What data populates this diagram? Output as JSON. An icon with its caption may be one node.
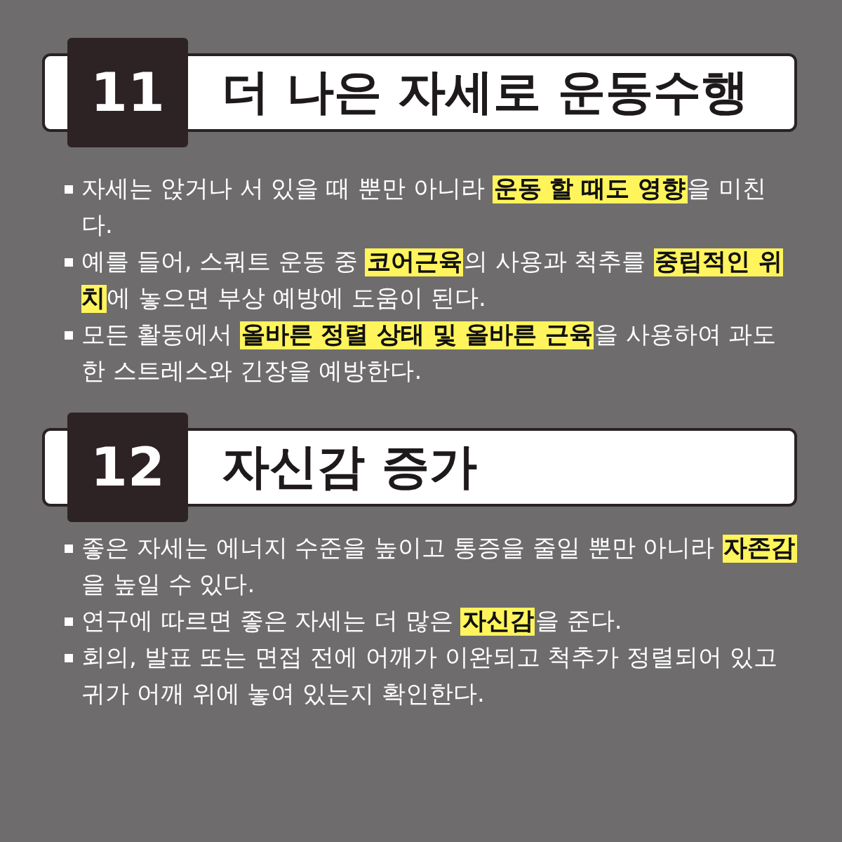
{
  "diagram": {
    "nodes": [
      {
        "text": [
          "11",
          "더 나은 자세로 운동수행"
        ]
      },
      {
        "text": [
          "12",
          "자신감 증가"
        ]
      }
    ],
    "labels": [
      "자세는 앉거나 서 있을 때 뿐만 아니라 **운동 할 때도 영향**을 미친다.",
      "예를 들어, 스쿼트 운동 중 **코어근육**의 사용과 척추를 **중립적인 위치**에 놓으면 부상 예방에 도움이 된다.",
      "모든 활동에서 **올바른 정렬 상태 및 올바른 근육**을 사용하여 과도한 스트레스와 긴장을 예방한다.",
      "좋은 자세는 에너지 수준을 높이고 통증을 줄일 뿐만 아니라 **자존감**을 높일 수 있다.",
      "연구에 따르면 좋은 자세는 더 많은 **자신감**을 준다.",
      "회의, 발표 또는 면접 전에 어깨가 이완되고 척추가 정렬되어 있고 귀가 어깨 위에 놓여 있는지 확인한다."
    ]
  }
}
